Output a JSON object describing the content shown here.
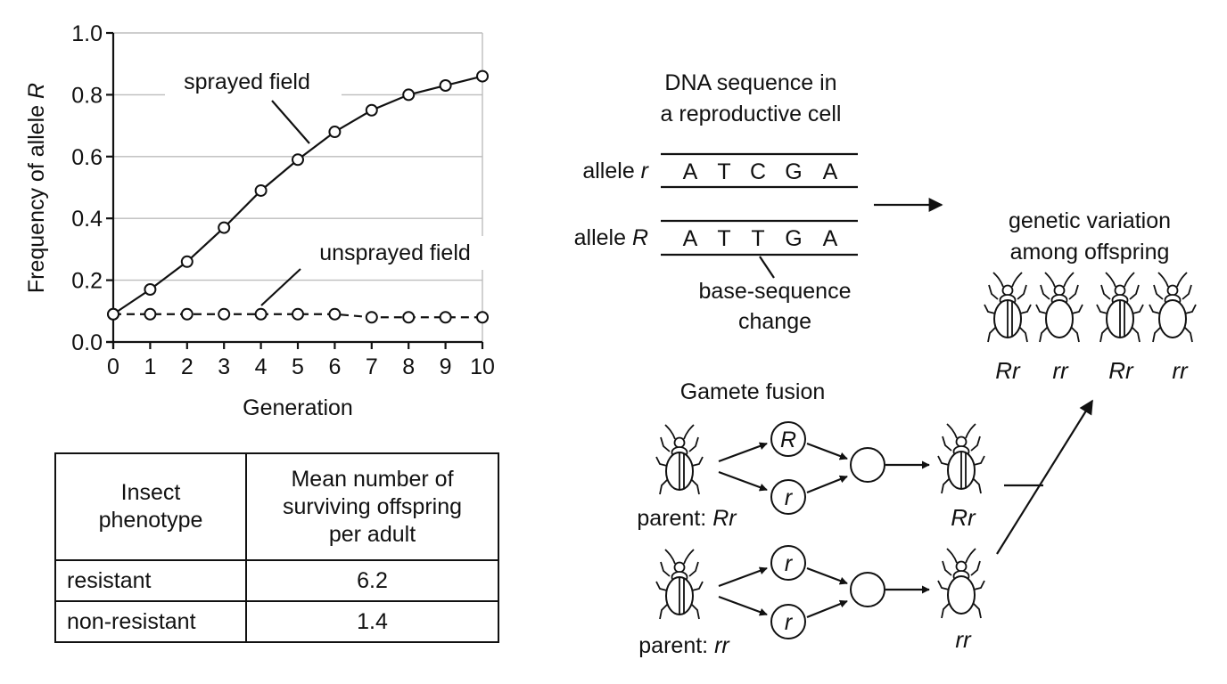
{
  "chart_data": {
    "type": "line",
    "x": [
      0,
      1,
      2,
      3,
      4,
      5,
      6,
      7,
      8,
      9,
      10
    ],
    "series": [
      {
        "name": "sprayed field",
        "values": [
          0.09,
          0.17,
          0.26,
          0.37,
          0.49,
          0.59,
          0.68,
          0.75,
          0.8,
          0.83,
          0.86
        ],
        "dashed": false
      },
      {
        "name": "unsprayed field",
        "values": [
          0.09,
          0.09,
          0.09,
          0.09,
          0.09,
          0.09,
          0.09,
          0.08,
          0.08,
          0.08,
          0.08
        ],
        "dashed": true
      }
    ],
    "xlabel": "Generation",
    "ylabel_text": "Frequency of allele ",
    "ylabel_allele": "R",
    "xlim": [
      0,
      10
    ],
    "ylim": [
      0,
      1
    ],
    "xticks": [
      "0",
      "1",
      "2",
      "3",
      "4",
      "5",
      "6",
      "7",
      "8",
      "9",
      "10"
    ],
    "yticks": [
      "0.0",
      "0.2",
      "0.4",
      "0.6",
      "0.8",
      "1.0"
    ],
    "grid": true
  },
  "table": {
    "headers": [
      "Insect phenotype",
      "Mean number of surviving offspring per adult"
    ],
    "header_lines": [
      [
        "Insect",
        "phenotype"
      ],
      [
        "Mean number of",
        "surviving offspring",
        "per adult"
      ]
    ],
    "rows": [
      {
        "phenotype": "resistant",
        "value": "6.2"
      },
      {
        "phenotype": "non-resistant",
        "value": "1.4"
      }
    ]
  },
  "dna": {
    "title_line1": "DNA sequence in",
    "title_line2": "a reproductive cell",
    "allele_word": "allele ",
    "allele_r": "r",
    "allele_R": "R",
    "seq_r": [
      "A",
      "T",
      "C",
      "G",
      "A"
    ],
    "seq_R": [
      "A",
      "T",
      "T",
      "G",
      "A"
    ],
    "change_line1": "base-sequence",
    "change_line2": "change"
  },
  "variation": {
    "line1": "genetic variation",
    "line2": "among offspring",
    "offspring": [
      "Rr",
      "rr",
      "Rr",
      "rr"
    ]
  },
  "gametes": {
    "title": "Gamete fusion",
    "parent_prefix": "parent: ",
    "parent1": "Rr",
    "parent2": "rr",
    "gametes1": [
      "R",
      "r"
    ],
    "gametes2": [
      "r",
      "r"
    ],
    "child1": "Rr",
    "child2": "rr"
  },
  "colors": {
    "ink": "#111111",
    "grid": "#bdbdbd",
    "background": "#ffffff"
  }
}
